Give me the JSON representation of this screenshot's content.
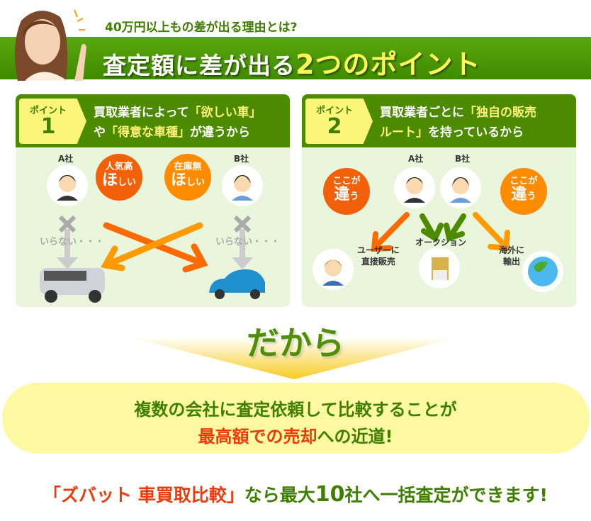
{
  "header": {
    "subtitle": "40万円以上もの差が出る理由とは?",
    "title_main": "査定額に差が出る",
    "title_highlight": "2つのポイント"
  },
  "point1": {
    "badge_label": "ポイント",
    "badge_number": "1",
    "line1_a": "買取業者によって",
    "line1_b": "「欲しい車」",
    "line2_a": "や",
    "line2_b": "「得意な車種」",
    "line2_c": "が違うから",
    "company_a": "A社",
    "company_b": "B社",
    "bubble_a_top": "人気高",
    "bubble_a_big": "ほ",
    "bubble_a_small": "しい",
    "bubble_b_top": "在庫無",
    "bubble_b_big": "ほ",
    "bubble_b_small": "しい",
    "reject_a": "いらない・・・",
    "reject_b": "いらない・・・"
  },
  "point2": {
    "badge_label": "ポイント",
    "badge_number": "2",
    "line1_a": "買取業者ごとに",
    "line1_b": "「独自の販売",
    "line2_a": "ルート」",
    "line2_b": "を持っているから",
    "company_a": "A社",
    "company_b": "B社",
    "bubble_top": "ここが",
    "bubble_big": "違",
    "bubble_small": "う",
    "route_user": "ユーザーに直接販売",
    "route_user_l1": "ユーザーに",
    "route_user_l2": "直接販売",
    "route_auction": "オークション",
    "route_export_l1": "海外に",
    "route_export_l2": "輸出"
  },
  "conclusion": {
    "connector": "だから",
    "line1": "複数の会社に査定依頼して比較することが",
    "line2_red": "最高額での売却",
    "line2_rest": "への近道!"
  },
  "cta": {
    "brand": "「ズバット 車買取比較」",
    "rest_a": "なら最大",
    "number": "10",
    "rest_b": "社へ一括査定ができます!"
  },
  "colors": {
    "green": "#4c8a00",
    "yellow": "#fbf57a",
    "red": "#ef3b0a",
    "orange": "#ff8c00",
    "panel_bg": "#eaf6dc"
  }
}
